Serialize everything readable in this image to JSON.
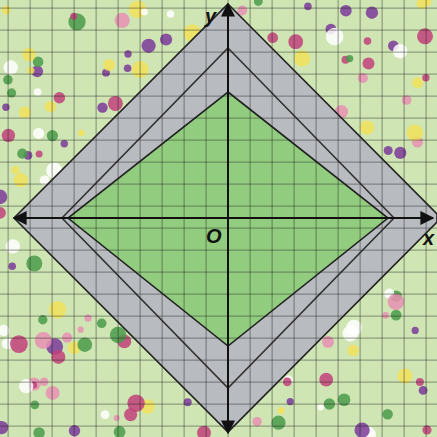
{
  "diagram": {
    "labels": [
      "y",
      "x",
      "O"
    ]
  }
}
